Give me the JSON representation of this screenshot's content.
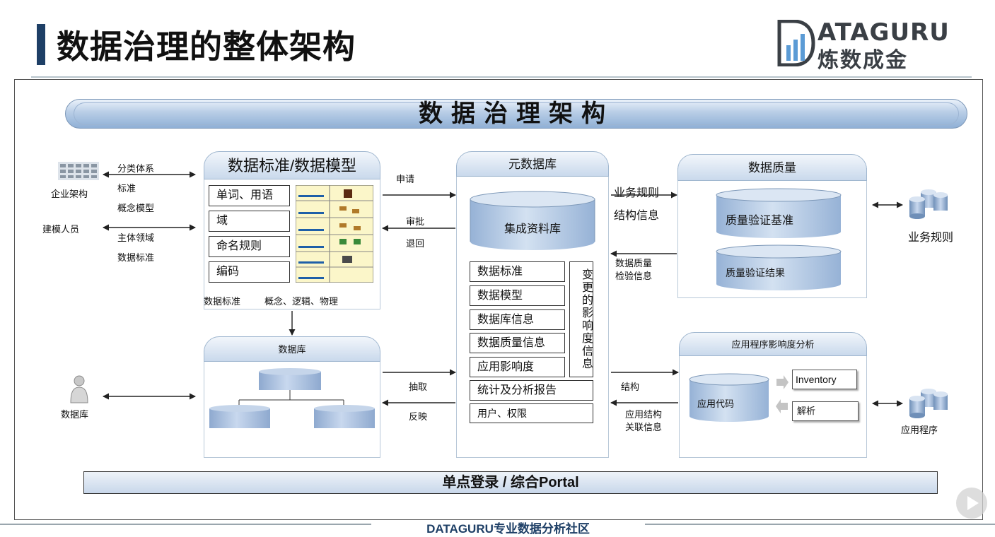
{
  "page": {
    "title": "数据治理的整体架构"
  },
  "logo": {
    "main": "ATAGURU",
    "sub": "炼数成金"
  },
  "banner": {
    "title": "数据治理架构"
  },
  "left": {
    "enterprise_label": "企业架构",
    "modeler_label": "建模人员",
    "db_user_label": "数据库",
    "arrow_labels_top": [
      "分类体系",
      "标准",
      "概念模型"
    ],
    "arrow_labels_mid": [
      "主体领域",
      "数据标准"
    ]
  },
  "standard_panel": {
    "title": "数据标准/数据模型",
    "items": [
      "单词、用语",
      "域",
      "命名规则",
      "编码"
    ],
    "footer_left": "数据标准",
    "footer_right": "概念、逻辑、物理"
  },
  "database_panel": {
    "title": "数据库"
  },
  "meta_panel": {
    "title": "元数据库",
    "cylinder_label": "集成资料库",
    "items": [
      "数据标准",
      "数据模型",
      "数据库信息",
      "数据质量信息",
      "应用影响度"
    ],
    "wide_items": [
      "统计及分析报告",
      "用户、权限"
    ],
    "side_label": "变更的影响度信息"
  },
  "middle_labels": {
    "apply": "申请",
    "approve": "审批",
    "reject": "退回",
    "extract": "抽取",
    "reflect": "反映"
  },
  "quality_panel": {
    "title": "数据质量",
    "cyl_top_label": "质量验证基准",
    "cyl_bottom_label": "质量验证结果"
  },
  "right_labels": {
    "business_rules": "业务规则",
    "structure_info": "结构信息",
    "quality_check_1": "数据质量",
    "quality_check_2": "检验信息",
    "structure": "结构",
    "app_struct_1": "应用结构",
    "app_struct_2": "关联信息",
    "external_business_rules": "业务规则",
    "external_app": "应用程序"
  },
  "app_panel": {
    "title": "应用程序影响度分析",
    "code_label": "应用代码",
    "inventory": "Inventory",
    "parse": "解析"
  },
  "portal": {
    "label": "单点登录 / 综合Portal"
  },
  "footer": {
    "text": "DATAGURU专业数据分析社区"
  },
  "icons": [
    "org-chart-icon",
    "person-icon",
    "database-stack-icon",
    "play-icon"
  ],
  "colors": {
    "accent": "#1e3f66",
    "panel_head": "#c9d9ec",
    "cylinder": "#b3c7e0"
  }
}
